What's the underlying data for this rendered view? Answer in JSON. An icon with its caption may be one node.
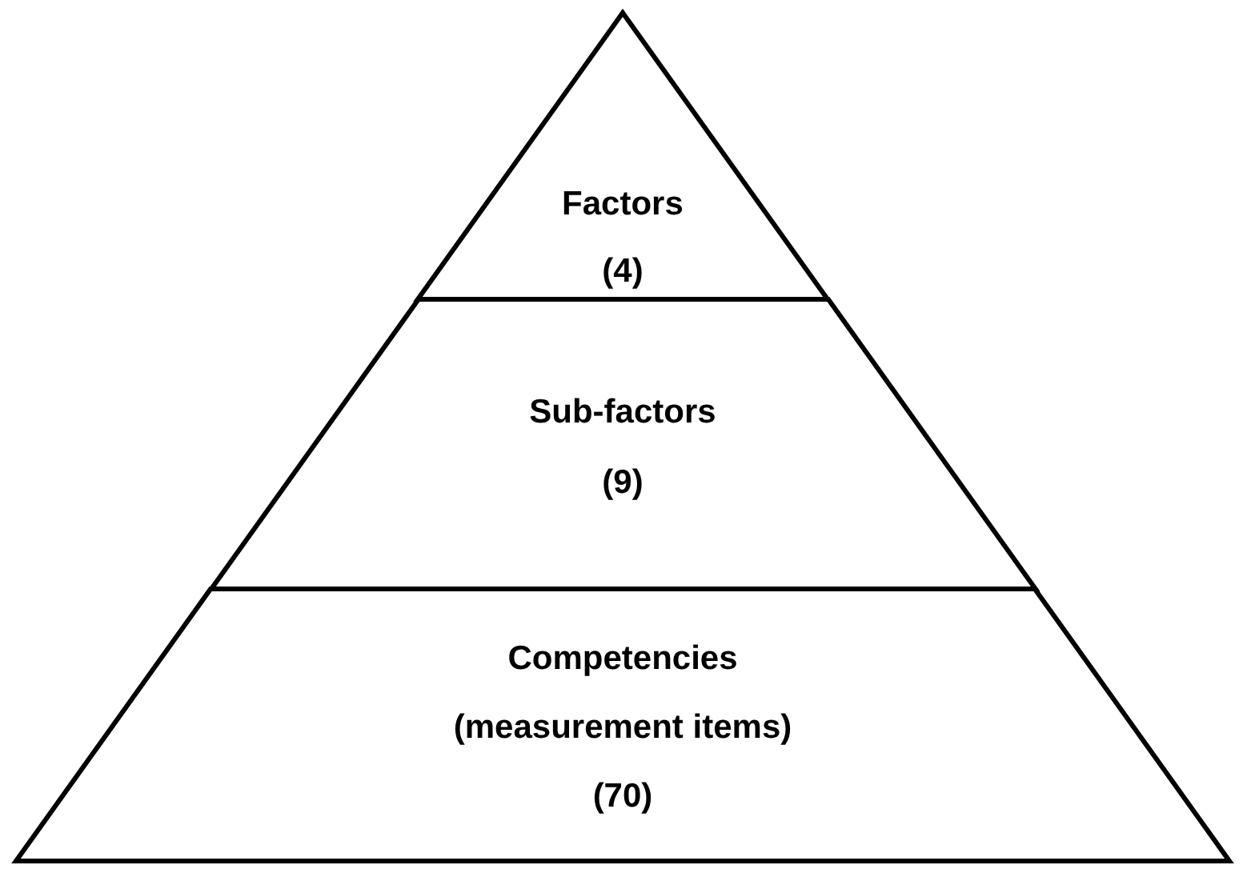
{
  "diagram": {
    "nodes": [
      {
        "text": [
          "Factors",
          "(4)"
        ]
      },
      {
        "text": [
          "Sub-factors",
          "(9)"
        ]
      },
      {
        "text": [
          "Competencies",
          "(measurement items)",
          "(70)"
        ]
      }
    ]
  }
}
